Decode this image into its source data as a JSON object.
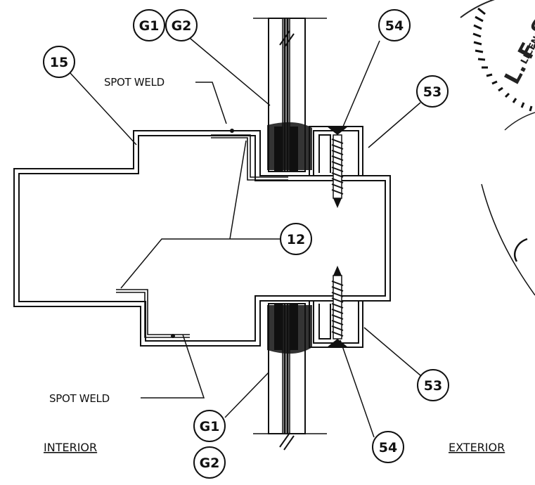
{
  "callouts": {
    "g1_top": "G1",
    "g2_top": "G2",
    "c54_top": "54",
    "c15": "15",
    "c53_top": "53",
    "c12": "12",
    "c53_bottom": "53",
    "c54_bottom": "54",
    "g1_bottom": "G1",
    "g2_bottom": "G2"
  },
  "notes": {
    "spot_weld_top": "SPOT WELD",
    "spot_weld_bottom": "SPOT WELD"
  },
  "sides": {
    "interior": "INTERIOR",
    "exterior": "EXTERIOR"
  },
  "stamp": {
    "name": "L. F. SCHI",
    "license": "LICENS"
  }
}
